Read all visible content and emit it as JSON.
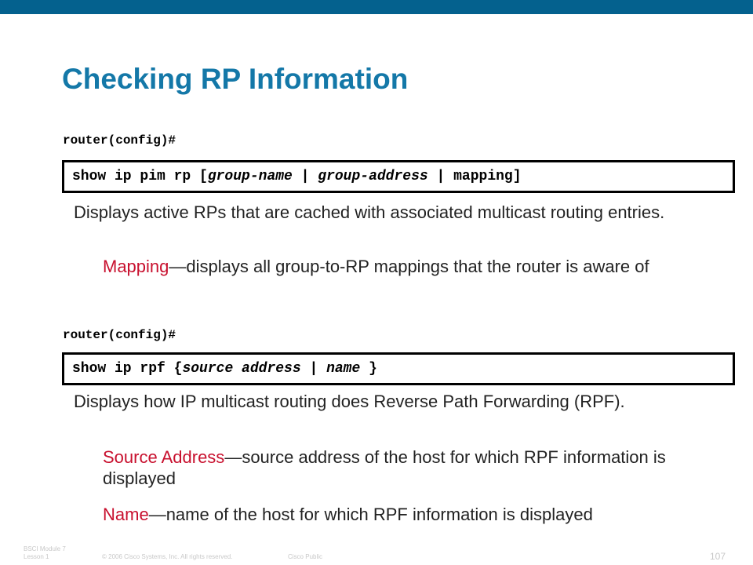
{
  "slide": {
    "title": "Checking RP Information",
    "block1": {
      "prompt": "router(config)#",
      "cmd_a": "show ip pim rp [",
      "cmd_b": "group-name",
      "cmd_c": " | ",
      "cmd_d": "group-address",
      "cmd_e": " | mapping]",
      "desc": "Displays active RPs that are cached with associated multicast routing entries.",
      "sub_term": "Mapping",
      "sub_text": "—displays all group-to-RP mappings that the router is aware of"
    },
    "block2": {
      "prompt": "router(config)#",
      "cmd_a": "show ip rpf {",
      "cmd_b": "source address",
      "cmd_c": " | ",
      "cmd_d": "name",
      "cmd_e": " }",
      "desc": "Displays how IP multicast routing does Reverse Path Forwarding (RPF).",
      "sub1_term": "Source Address",
      "sub1_text": "—source address of the host for which RPF information is displayed",
      "sub2_term": "Name",
      "sub2_text": "—name of the host for which RPF information is displayed"
    }
  },
  "footer": {
    "module": "BSCI Module 7",
    "lesson": "Lesson 1",
    "copyright": "© 2006 Cisco Systems, Inc. All rights reserved.",
    "classification": "Cisco Public",
    "page_number": "107"
  },
  "colors": {
    "top_bar": "#04618e",
    "title": "#1478a8",
    "highlight": "#c8102e"
  }
}
